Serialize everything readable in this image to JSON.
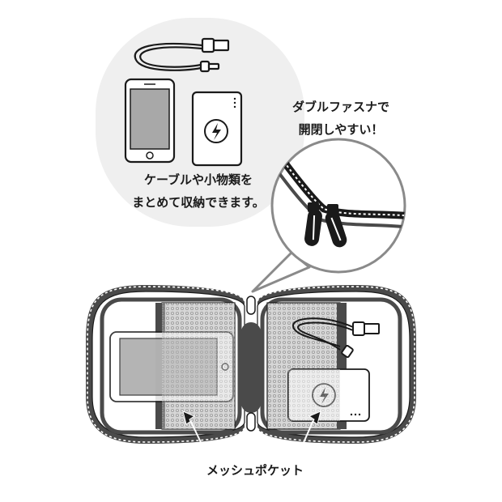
{
  "captions": {
    "contents_line1": "ケーブルや小物類を",
    "contents_line2": "まとめて収納できます。",
    "zipper_line1": "ダブルファスナで",
    "zipper_line2": "開閉しやすい！",
    "mesh_pocket": "メッシュポケット"
  },
  "icons": [
    "usb-cable-icon",
    "smartphone-icon",
    "power-bank-icon",
    "lightning-bolt-icon",
    "zipper-pull-icon",
    "mesh-pocket-icon"
  ],
  "colors": {
    "bubble_fill": "#efefef",
    "outline": "#1a1a1a",
    "case_gray": "#4a4a4a",
    "mesh_gray": "#d6d6d6",
    "screen_gray": "#a8a8a8"
  }
}
